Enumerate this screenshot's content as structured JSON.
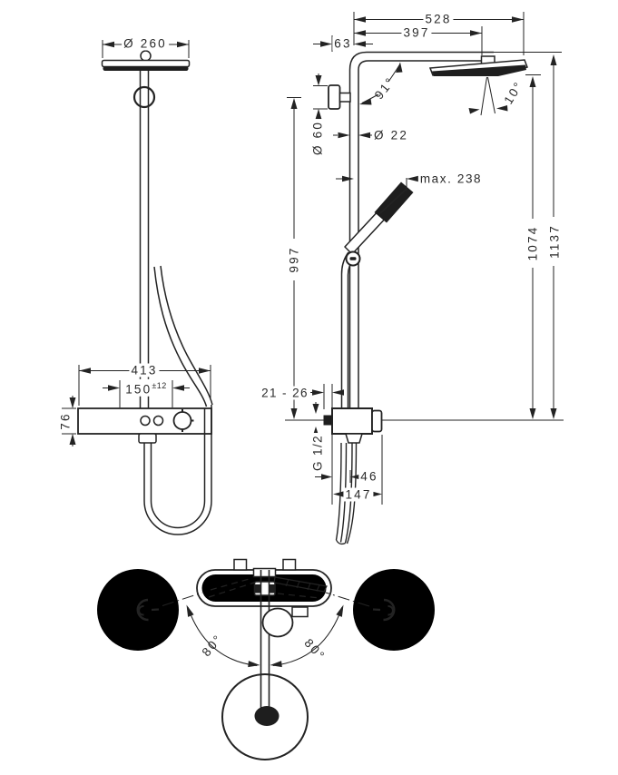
{
  "drawing": {
    "product": "shower-pipe-technical-drawing",
    "front_view": {
      "head_diameter": "Ø 260",
      "bar_width": "413",
      "inlet_spacing": "150",
      "inlet_spacing_tolerance": "±12",
      "bar_height": "76"
    },
    "side_view": {
      "arm_reach": "528",
      "head_center_offset": "397",
      "wall_to_pipe": "63",
      "escutcheon_diameter": "Ø 60",
      "arm_pipe_angle": "91°",
      "pipe_diameter": "Ø 22",
      "handshower_reach": "max. 238",
      "head_tilt_angle": "10°",
      "pipe_length": "997",
      "head_height": "1074",
      "overall_height": "1137",
      "wall_adjustment_range": "21 - 26",
      "connection_thread": "G 1/2",
      "hose_offset": "46",
      "overall_depth": "147"
    },
    "top_view": {
      "swivel_angle_left": "80°",
      "swivel_angle_right": "80°"
    },
    "colors": {
      "line": "#232323",
      "background": "#ffffff"
    }
  }
}
